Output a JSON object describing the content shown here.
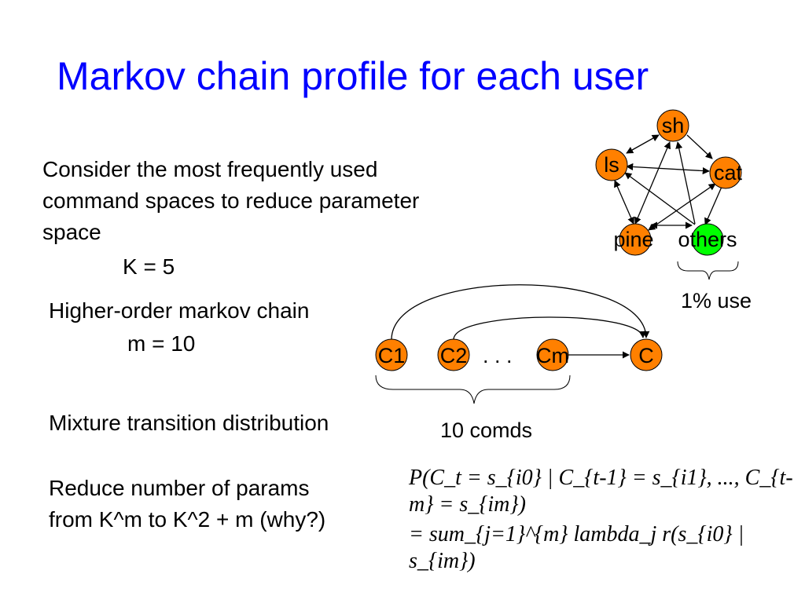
{
  "title": "Markov chain profile for each user",
  "bullets": {
    "consider": [
      "Consider the most frequently used",
      "command spaces to reduce parameter",
      "space"
    ],
    "k_value": "K = 5",
    "higher_order": "Higher-order markov chain",
    "m_value": "m = 10",
    "mixture": "Mixture transition distribution",
    "reduce": [
      "Reduce number of params",
      "from K^m to K^2 + m (why?)"
    ]
  },
  "state_graph": {
    "nodes": [
      {
        "label": "sh",
        "color": "#ff8000"
      },
      {
        "label": "ls",
        "color": "#ff8000"
      },
      {
        "label": "cat",
        "color": "#ff8000"
      },
      {
        "label": "pine",
        "color": "#ff8000"
      },
      {
        "label": "others",
        "color": "#00ff00"
      }
    ],
    "brace_label": "1% use"
  },
  "chain": {
    "nodes": [
      "C1",
      "C2",
      "Cm",
      "C"
    ],
    "dots": ". . .",
    "brace_label": "10 comds",
    "color": "#ff8000"
  },
  "formula": {
    "line1": "P(C_t = s_{i0} | C_{t-1} = s_{i1}, ..., C_{t-m} = s_{im})",
    "line2": "= sum_{j=1}^{m} lambda_j r(s_{i0} | s_{im})"
  }
}
